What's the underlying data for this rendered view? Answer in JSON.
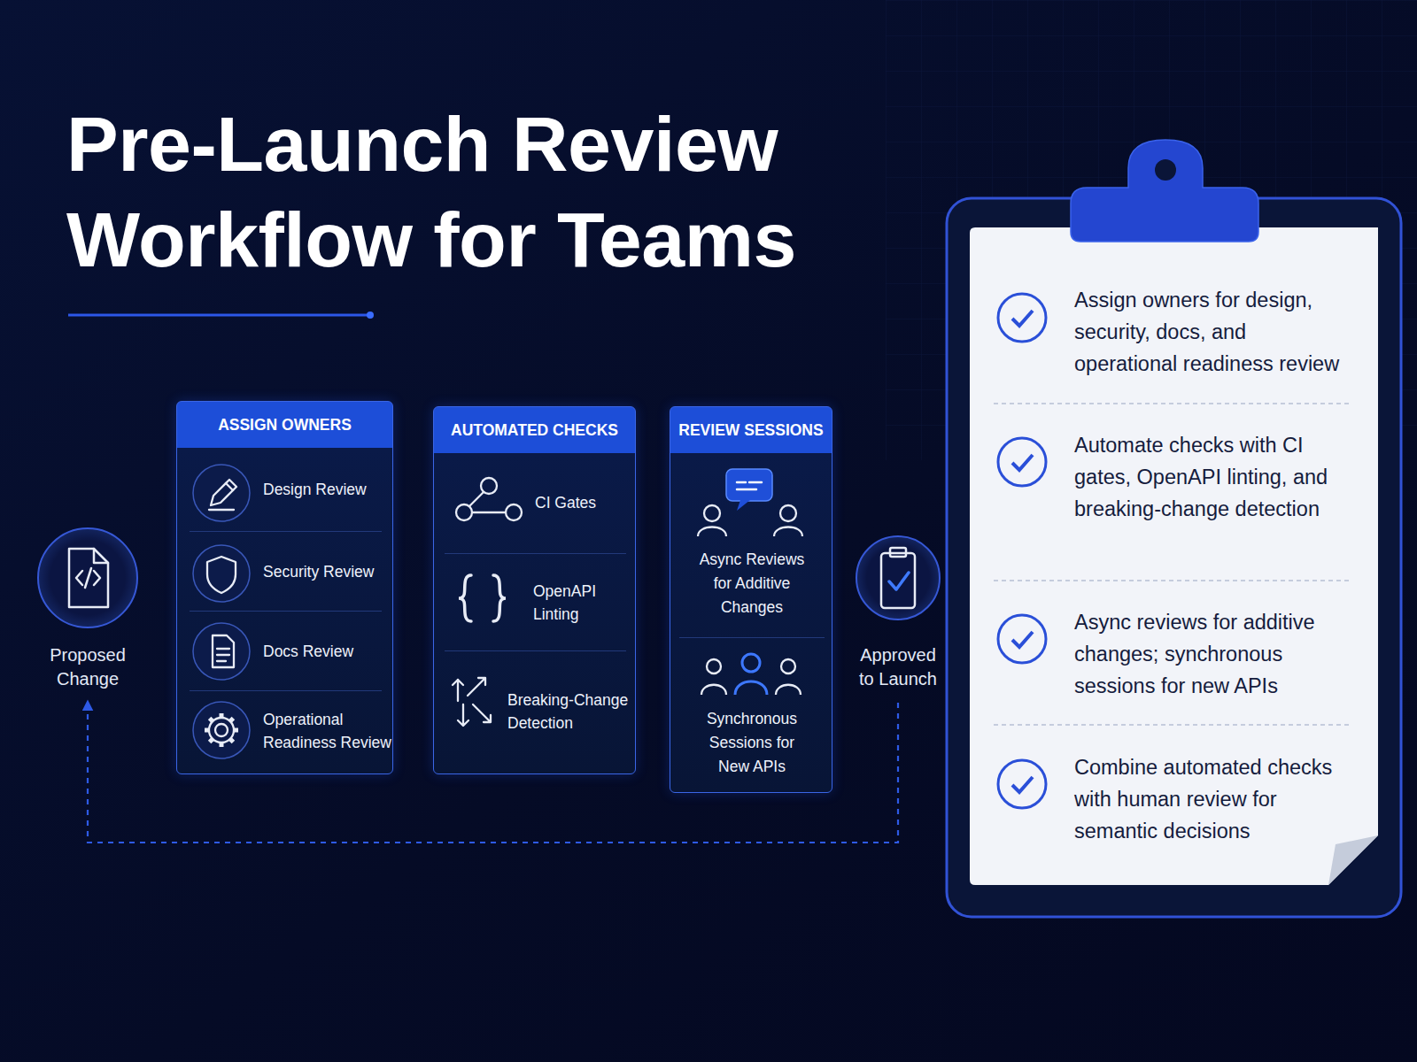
{
  "diagram": {
    "title": "Pre-Launch Review Workflow for Teams",
    "nodes": [
      {
        "text": [
          "Proposed Change"
        ]
      },
      {
        "text": [
          "ASSIGN OWNERS"
        ]
      },
      {
        "text": [
          "Design Review"
        ],
        "in": 1
      },
      {
        "text": [
          "Security Review"
        ],
        "in": 1
      },
      {
        "text": [
          "Docs Review"
        ],
        "in": 1
      },
      {
        "text": [
          "Operational Readiness Review"
        ],
        "in": 1
      },
      {
        "text": [
          "AUTOMATED CHECKS"
        ]
      },
      {
        "text": [
          "CI Gates"
        ],
        "in": 6
      },
      {
        "text": [
          "OpenAPI Linting"
        ],
        "in": 6
      },
      {
        "text": [
          "Breaking-Change Detection"
        ],
        "in": 6
      },
      {
        "text": [
          "REVIEW SESSIONS"
        ]
      },
      {
        "text": [
          "Async Reviews for Additive Changes"
        ],
        "in": 10
      },
      {
        "text": [
          "Synchronous Sessions for New APIs"
        ],
        "in": 10
      },
      {
        "text": [
          "Approved to Launch"
        ]
      },
      {
        "text": [
          "Assign owners for design, security, docs, and operational readiness review",
          "Automate checks with CI gates, OpenAPI linting, and breaking-change detection",
          "Async reviews for additive changes; synchronous sessions for new APIs",
          "Combine automated checks with human review for semantic decisions"
        ]
      }
    ],
    "edges": [
      {
        "from": 0,
        "to": 1,
        "arrow": "to"
      },
      {
        "from": 1,
        "to": 6,
        "arrow": "to"
      },
      {
        "from": 6,
        "to": 10,
        "arrow": "to"
      },
      {
        "from": 10,
        "to": 13,
        "arrow": "to"
      },
      {
        "from": 13,
        "to": 0,
        "arrow": "to"
      }
    ]
  }
}
